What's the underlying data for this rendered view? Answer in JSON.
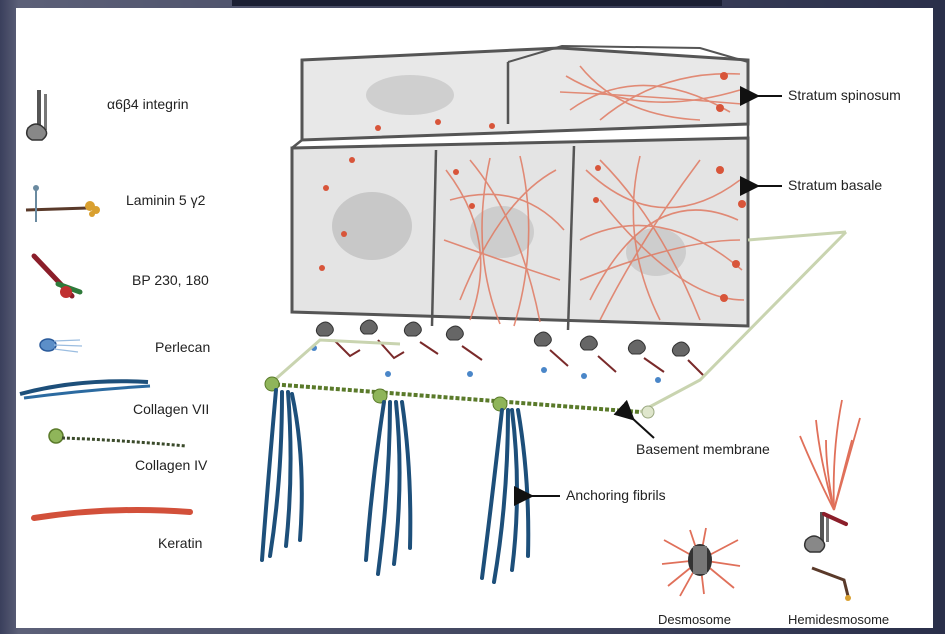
{
  "legend": {
    "integrin": "α6β4 integrin",
    "laminin": "Laminin 5 γ2",
    "bp": "BP 230, 180",
    "perlecan": "Perlecan",
    "collagen7": "Collagen VII",
    "collagen4": "Collagen IV",
    "keratin": "Keratin"
  },
  "callouts": {
    "stratum_spinosum": "Stratum spinosum",
    "stratum_basale": "Stratum basale",
    "basement_membrane": "Basement membrane",
    "anchoring_fibrils": "Anchoring fibrils",
    "desmosome": "Desmosome",
    "hemidesmosome": "Hemidesmosome"
  },
  "colors": {
    "keratin": "#e0705a",
    "collagen7": "#1d4f7a",
    "collagen4": "#6b8a3a",
    "cell_outline": "#555555",
    "cell_fill": "#e6e6e6",
    "bp": "#8b1e2a"
  }
}
